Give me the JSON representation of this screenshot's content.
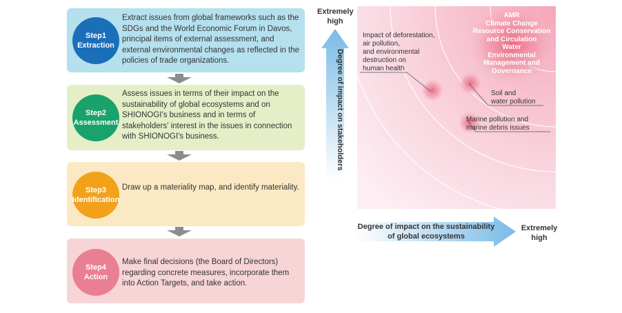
{
  "steps": [
    {
      "number": "Step1",
      "name": "Extraction",
      "description": "Extract issues from global frameworks such as the SDGs and the World Economic Forum in Davos, principal items of external assessment, and external environmental changes as reflected in the policies of trade organizations.",
      "box_color": "#b5e0ee",
      "circle_color": "#1b6fb8"
    },
    {
      "number": "Step2",
      "name": "Assessment",
      "description": "Assess issues in terms of their impact on the sustainability of global ecosystems and on SHIONOGI's business and in terms of stakeholders' interest in the issues in connection with SHIONOGI's business.",
      "box_color": "#e4efc8",
      "circle_color": "#19a26b"
    },
    {
      "number": "Step3",
      "name": "Identification",
      "description": "Draw up a materiality map, and identify materiality.",
      "box_color": "#fbe9c4",
      "circle_color": "#f3a11a"
    },
    {
      "number": "Step4",
      "name": "Action",
      "description": "Make final decisions (the Board of Directors) regarding concrete measures, incorporate them into Action Targets, and take action.",
      "box_color": "#f7d5d6",
      "circle_color": "#ea7e93"
    }
  ],
  "map": {
    "y_axis_top": "Extremely\nhigh",
    "y_axis_label": "Degree of impact on stakeholders",
    "x_axis_label": "Degree of impact on the sustainability\nof global ecosystems",
    "x_axis_end": "Extremely\nhigh",
    "issues": {
      "top": "AMR\nClimate Change\nResource Conservation\nand Circulation\nWater\nEnvironmental\nManagement and\nGovernance",
      "deforestation": "Impact of deforestation,\nair pollution,\nand environmental\ndestruction on\nhuman health",
      "soil": "Soil and\nwater pollution",
      "marine": "Marine pollution and\nmarine debris issues"
    }
  },
  "colors": {
    "arrow_blue": "#79bbe6",
    "map_pink": "#f6bccb",
    "hotspot": "#e8637d"
  }
}
